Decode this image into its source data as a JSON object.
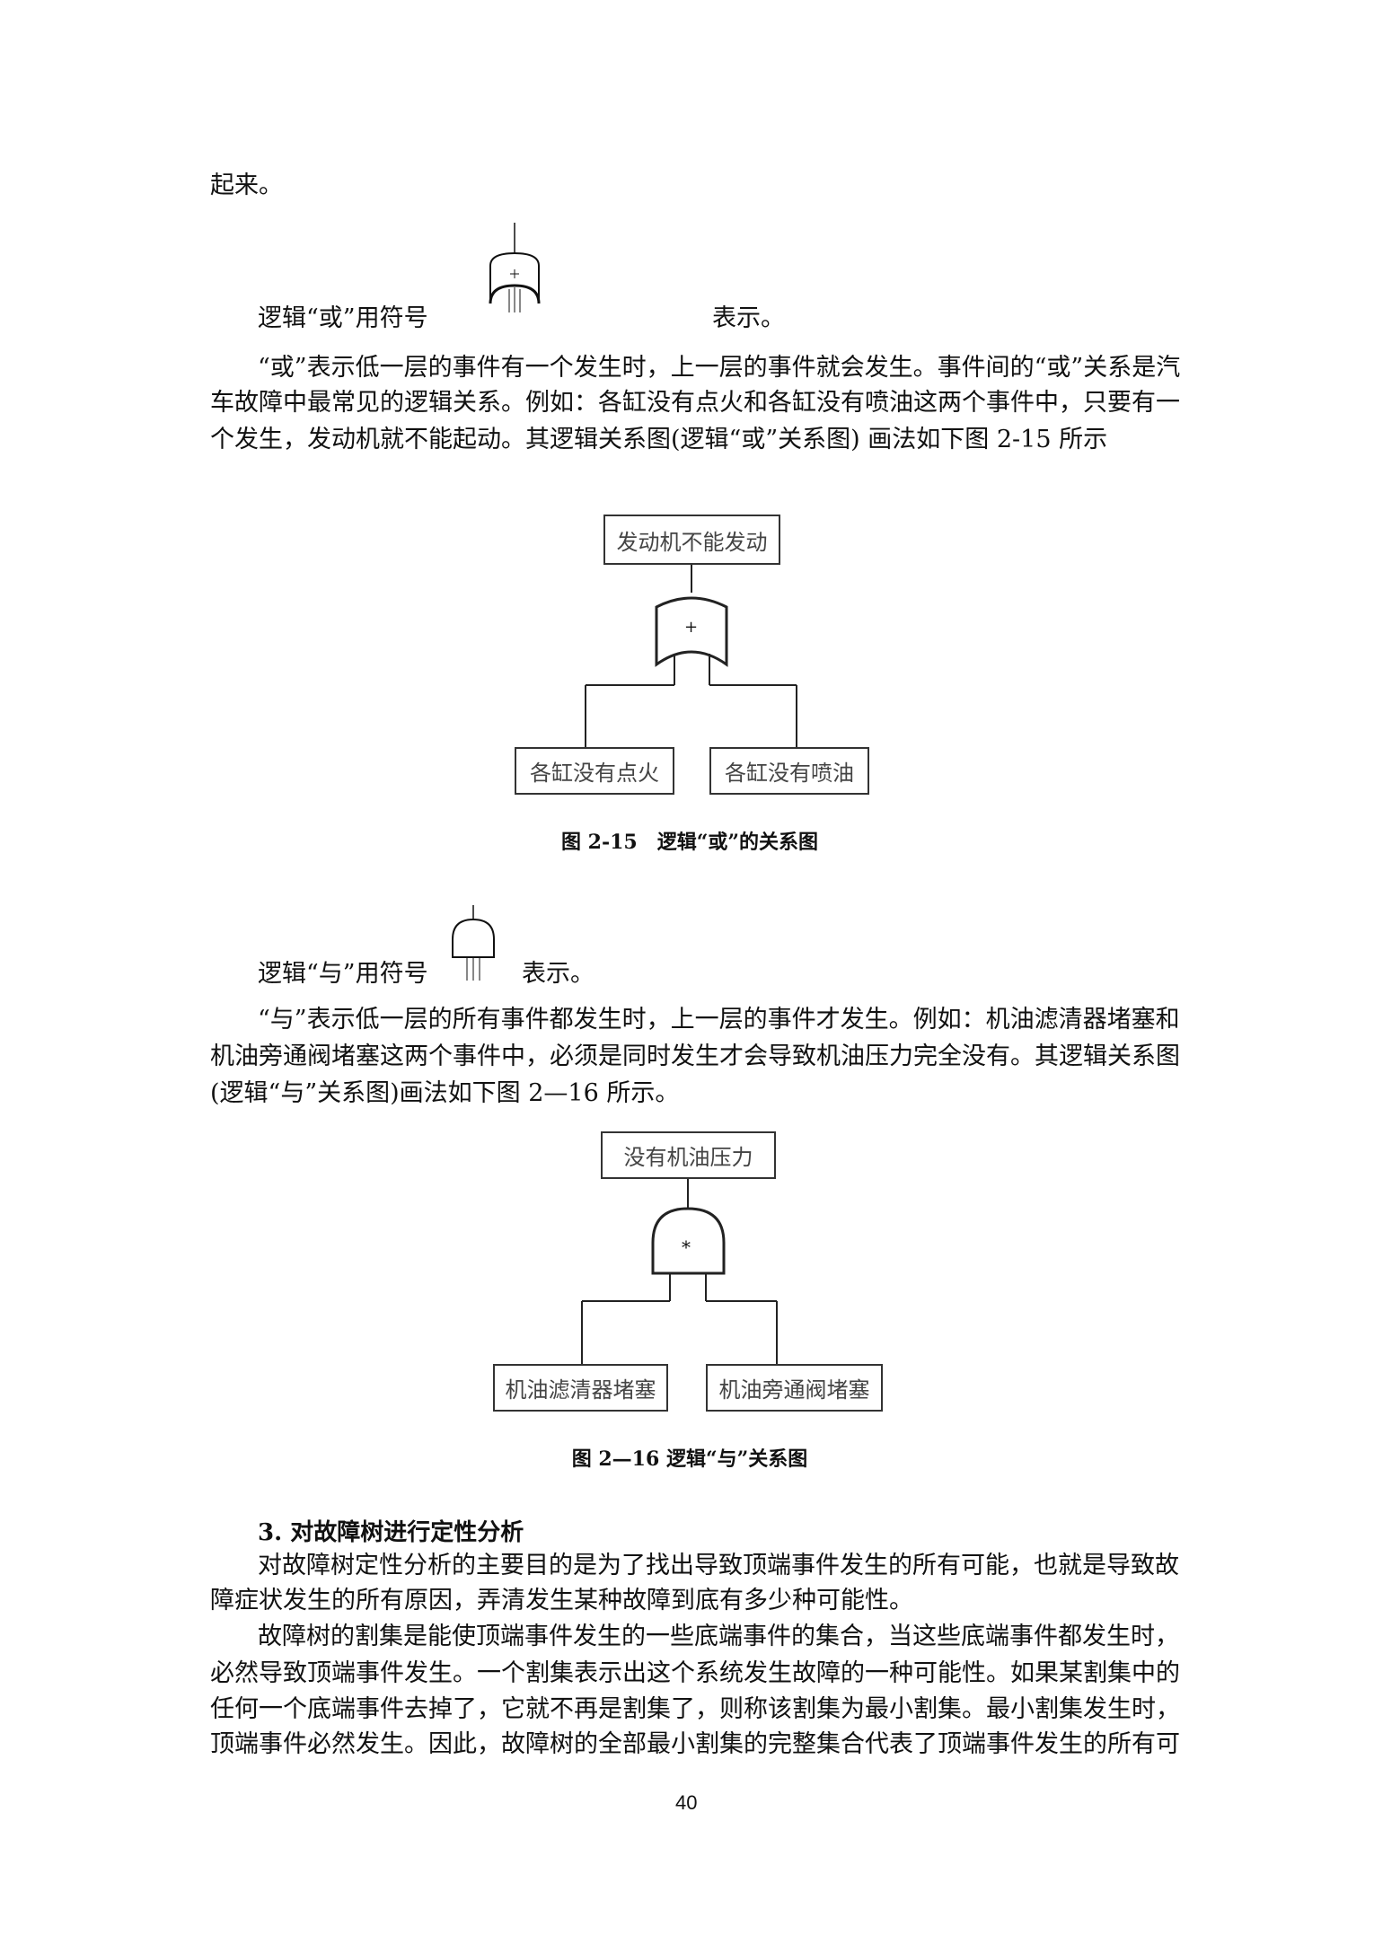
{
  "intro_tail": "起来。",
  "or_symbol_line": {
    "prefix": "逻辑“或”用符号",
    "suffix": "表示。"
  },
  "or_paragraph": [
    "“或”表示低一层的事件有一个发生时，上一层的事件就会发生。事件间的“或”关系是汽",
    "车故障中最常见的逻辑关系。例如：各缸没有点火和各缸没有喷油这两个事件中，只要有一",
    "个发生，发动机就不能起动。其逻辑关系图(逻辑“或”关系图) 画法如下图 2-15 所示"
  ],
  "figure_or": {
    "top_event": "发动机不能发动",
    "gate_symbol": "+",
    "children": [
      "各缸没有点火",
      "各缸没有喷油"
    ],
    "caption": "图 2-15　逻辑“或”的关系图"
  },
  "and_symbol_line": {
    "prefix": "逻辑“与”用符号",
    "suffix": "表示。"
  },
  "and_paragraph": [
    "“与”表示低一层的所有事件都发生时，上一层的事件才发生。例如：机油滤清器堵塞和",
    "机油旁通阀堵塞这两个事件中，必须是同时发生才会导致机油压力完全没有。其逻辑关系图",
    "(逻辑“与”关系图)画法如下图 2—16 所示。"
  ],
  "figure_and": {
    "top_event": "没有机油压力",
    "gate_symbol": "*",
    "children": [
      "机油滤清器堵塞",
      "机油旁通阀堵塞"
    ],
    "caption": "图 2—16 逻辑“与”关系图"
  },
  "section_heading": "3. 对故障树进行定性分析",
  "para3": [
    "对故障树定性分析的主要目的是为了找出导致顶端事件发生的所有可能，也就是导致故",
    "障症状发生的所有原因，弄清发生某种故障到底有多少种可能性。"
  ],
  "para4": [
    "故障树的割集是能使顶端事件发生的一些底端事件的集合，当这些底端事件都发生时，",
    "必然导致顶端事件发生。一个割集表示出这个系统发生故障的一种可能性。如果某割集中的",
    "任何一个底端事件去掉了，它就不再是割集了，则称该割集为最小割集。最小割集发生时，",
    "顶端事件必然发生。因此，故障树的全部最小割集的完整集合代表了顶端事件发生的所有可"
  ],
  "page_number": "40"
}
